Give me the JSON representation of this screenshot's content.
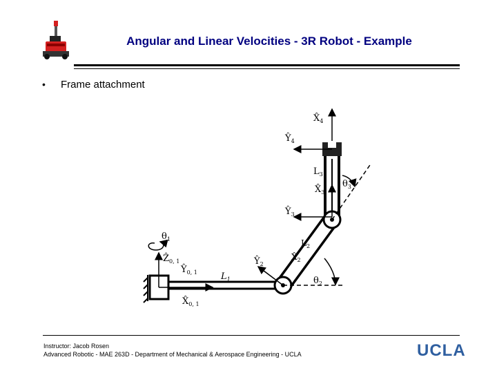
{
  "slide": {
    "title": "Angular and Linear Velocities - 3R Robot - Example",
    "bullet_marker": "•",
    "bullet_text": "Frame attachment"
  },
  "diagram": {
    "labels": {
      "x4": "X̂",
      "x4_sub": "4",
      "y4": "Ŷ",
      "y4_sub": "4",
      "l3": "L",
      "l3_sub": "3",
      "theta3": "θ",
      "theta3_sub": "3",
      "x3": "X̂",
      "x3_sub": "3",
      "y3": "Ŷ",
      "y3_sub": "3",
      "theta1": "θ",
      "theta1_sub": "1",
      "z01": "Ẑ",
      "z01_sub": "0, 1",
      "y01": "Ŷ",
      "y01_sub": "0, 1",
      "y2": "Ŷ",
      "y2_sub": "2",
      "l2": "L",
      "l2_sub": "2",
      "x2": "X̂",
      "x2_sub": "2",
      "l1": "L",
      "l1_sub": "1",
      "theta2": "θ",
      "theta2_sub": "2",
      "x01": "X̂",
      "x01_sub": "0, 1"
    }
  },
  "footer": {
    "instructor": "Instructor: Jacob Rosen",
    "course": "Advanced Robotic - MAE 263D - Department of Mechanical & Aerospace Engineering - UCLA",
    "logo_text": "UCLA"
  },
  "colors": {
    "title": "#000080",
    "ucla": "#2f5fa0",
    "robot_logo": "#d42020"
  }
}
